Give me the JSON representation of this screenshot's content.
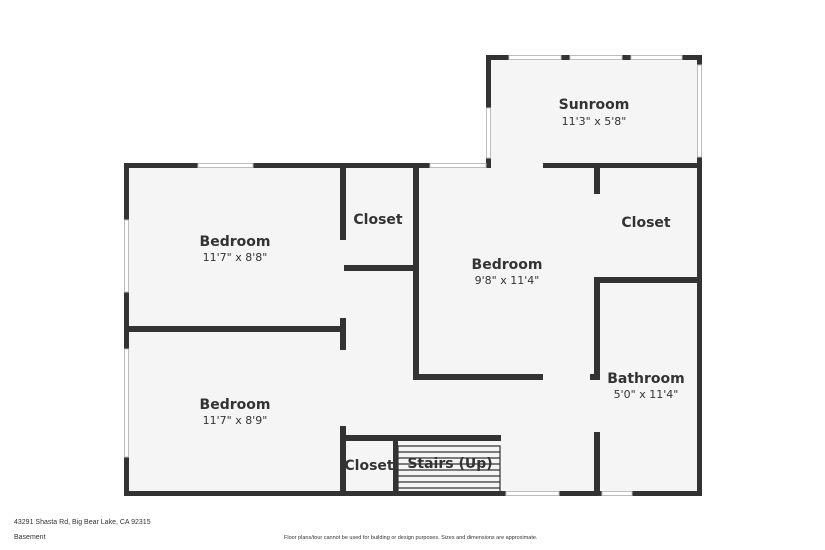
{
  "colors": {
    "wall": "#333333",
    "floor": "#f5f5f5",
    "window": "#bdbdbd",
    "text": "#333333"
  },
  "rooms": {
    "sunroom": {
      "name": "Sunroom",
      "dim": "11'3\" x 5'8\""
    },
    "bedroom_nw": {
      "name": "Bedroom",
      "dim": "11'7\" x 8'8\""
    },
    "bedroom_sw": {
      "name": "Bedroom",
      "dim": "11'7\" x 8'9\""
    },
    "bedroom_center": {
      "name": "Bedroom",
      "dim": "9'8\" x 11'4\""
    },
    "closet_1": {
      "name": "Closet"
    },
    "closet_2": {
      "name": "Closet"
    },
    "closet_3": {
      "name": "Closet"
    },
    "bathroom": {
      "name": "Bathroom",
      "dim": "5'0\" x 11'4\""
    },
    "stairs": {
      "name": "Stairs (Up)"
    }
  },
  "footer": {
    "address": "43291 Shasta Rd, Big Bear Lake, CA 92315",
    "floor": "Basement",
    "disclaimer": "Floor plans/tour cannot be used for building or design purposes. Sizes and dimensions are approximate."
  }
}
